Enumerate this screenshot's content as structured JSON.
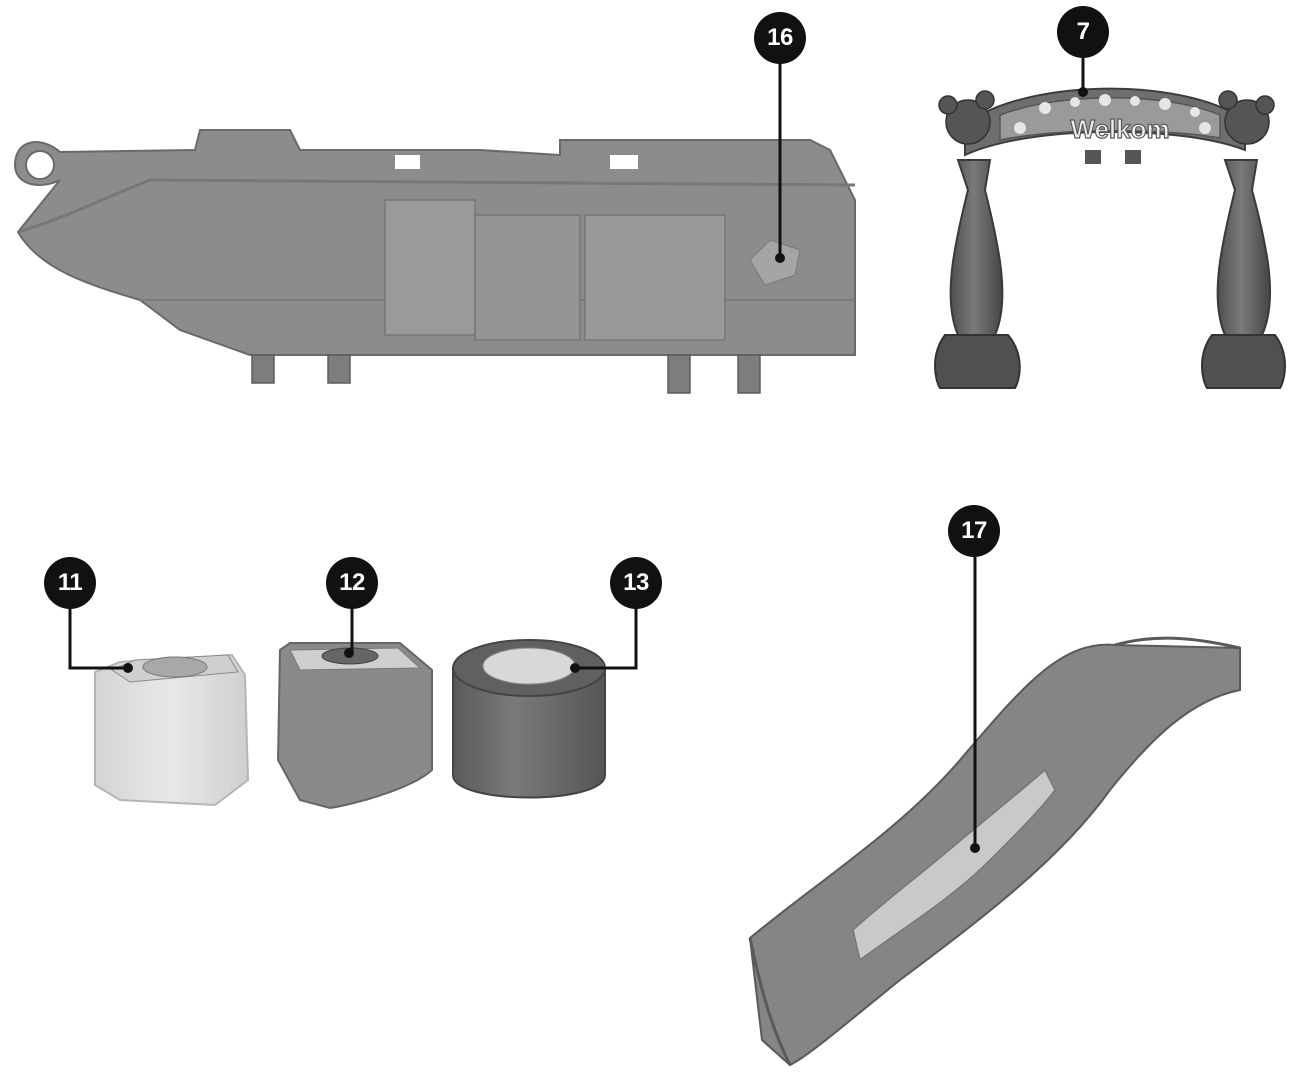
{
  "parts": [
    {
      "id": "part-16",
      "number": "16"
    },
    {
      "id": "part-7",
      "number": "7",
      "sign_text": "Welkom"
    },
    {
      "id": "part-11",
      "number": "11"
    },
    {
      "id": "part-12",
      "number": "12"
    },
    {
      "id": "part-13",
      "number": "13"
    },
    {
      "id": "part-17",
      "number": "17"
    }
  ]
}
